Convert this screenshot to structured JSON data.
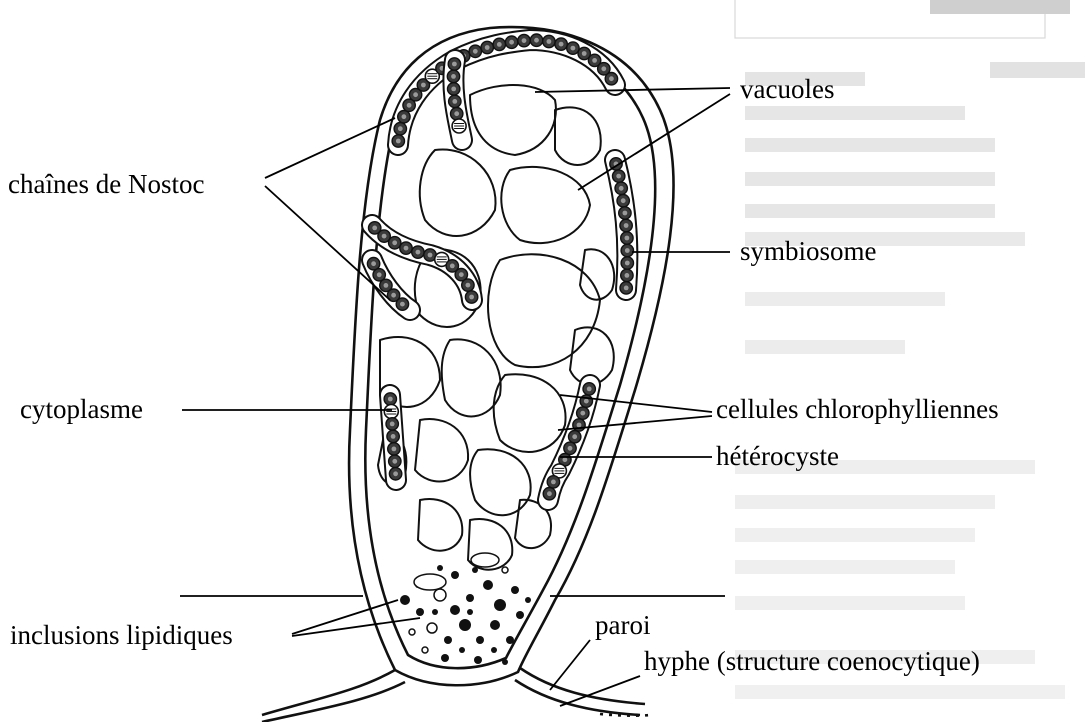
{
  "figure": {
    "labels": {
      "vacuoles": "vacuoles",
      "chaines": "chaînes de Nostoc",
      "symbiosome": "symbiosome",
      "cytoplasme": "cytoplasme",
      "cellules": "cellules chlorophylliennes",
      "heterocyste": "hétérocyste",
      "inclusions": "inclusions lipidiques",
      "paroi": "paroi",
      "hyphe": "hyphe (structure coenocytique)"
    }
  }
}
